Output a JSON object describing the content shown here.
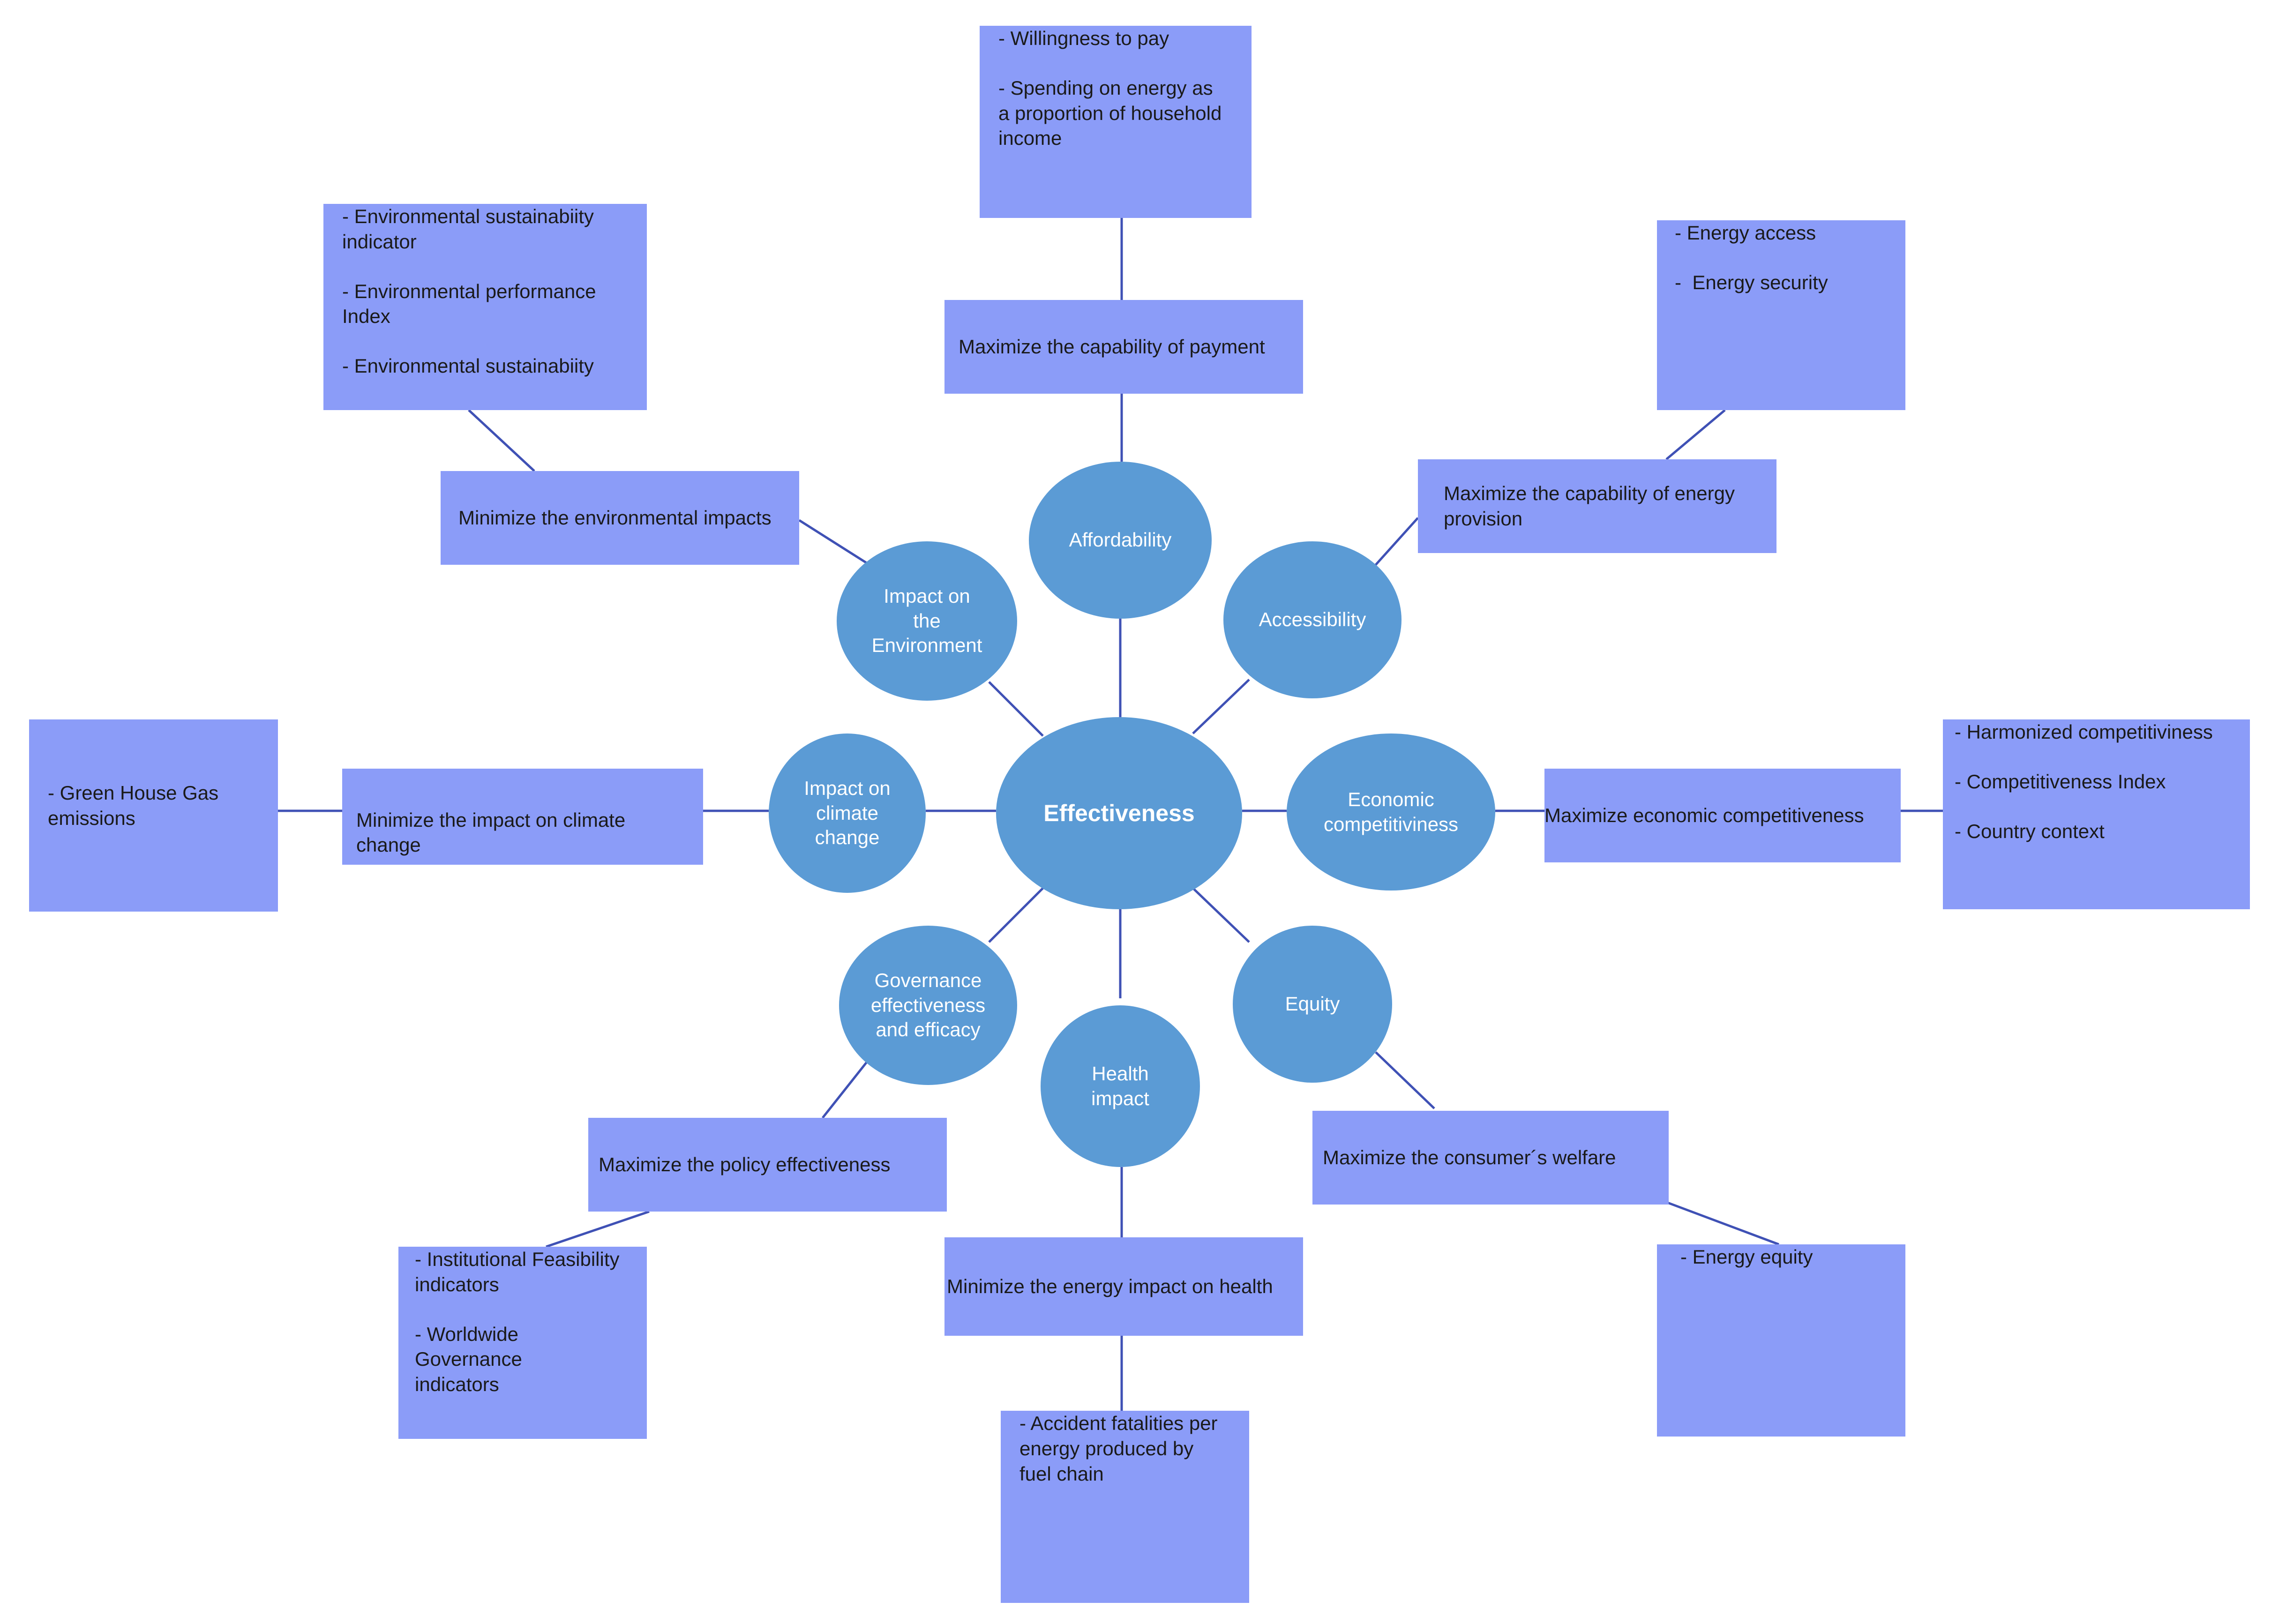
{
  "center": {
    "label": "Effectiveness"
  },
  "criteria": {
    "affordability": "Affordability",
    "accessibility": "Accessibility",
    "economic": "Economic\ncompetitiviness",
    "equity": "Equity",
    "health": "Health\nimpact",
    "governance": "Governance\neffectiveness\nand efficacy",
    "climate": "Impact on\nclimate\nchange",
    "environment": "Impact on\nthe\nEnvironment"
  },
  "objectives": {
    "payment": "Maximize the capability of payment",
    "energy_provision": "Maximize the capability of energy\n provision",
    "economic": "Maximize  economic competitiveness",
    "welfare": "Maximize the consumer´s welfare",
    "health": "Minimize the energy impact on health",
    "policy": "Maximize the policy effectiveness",
    "climate": "Minimize the impact on climate\nchange",
    "environment": "Minimize the environmental impacts"
  },
  "indicators": {
    "payment": [
      "- Willingness to pay",
      "- Spending on energy as\na proportion of household\nincome"
    ],
    "energy_provision": [
      "- Energy access",
      "-  Energy security"
    ],
    "economic": [
      "- Harmonized competitiviness",
      "- Competitiveness Index",
      "- Country context"
    ],
    "welfare": [
      "- Energy equity"
    ],
    "health": [
      "- Accident fatalities per\nenergy produced by\nfuel chain"
    ],
    "policy": [
      "- Institutional Feasibility\n indicators",
      "- Worldwide Governance\nindicators"
    ],
    "climate": [
      "- Green House Gas\nemissions"
    ],
    "environment": [
      "- Environmental sustainabiity\nindicator",
      "- Environmental performance\n Index",
      "- Environmental sustainabiity"
    ]
  }
}
